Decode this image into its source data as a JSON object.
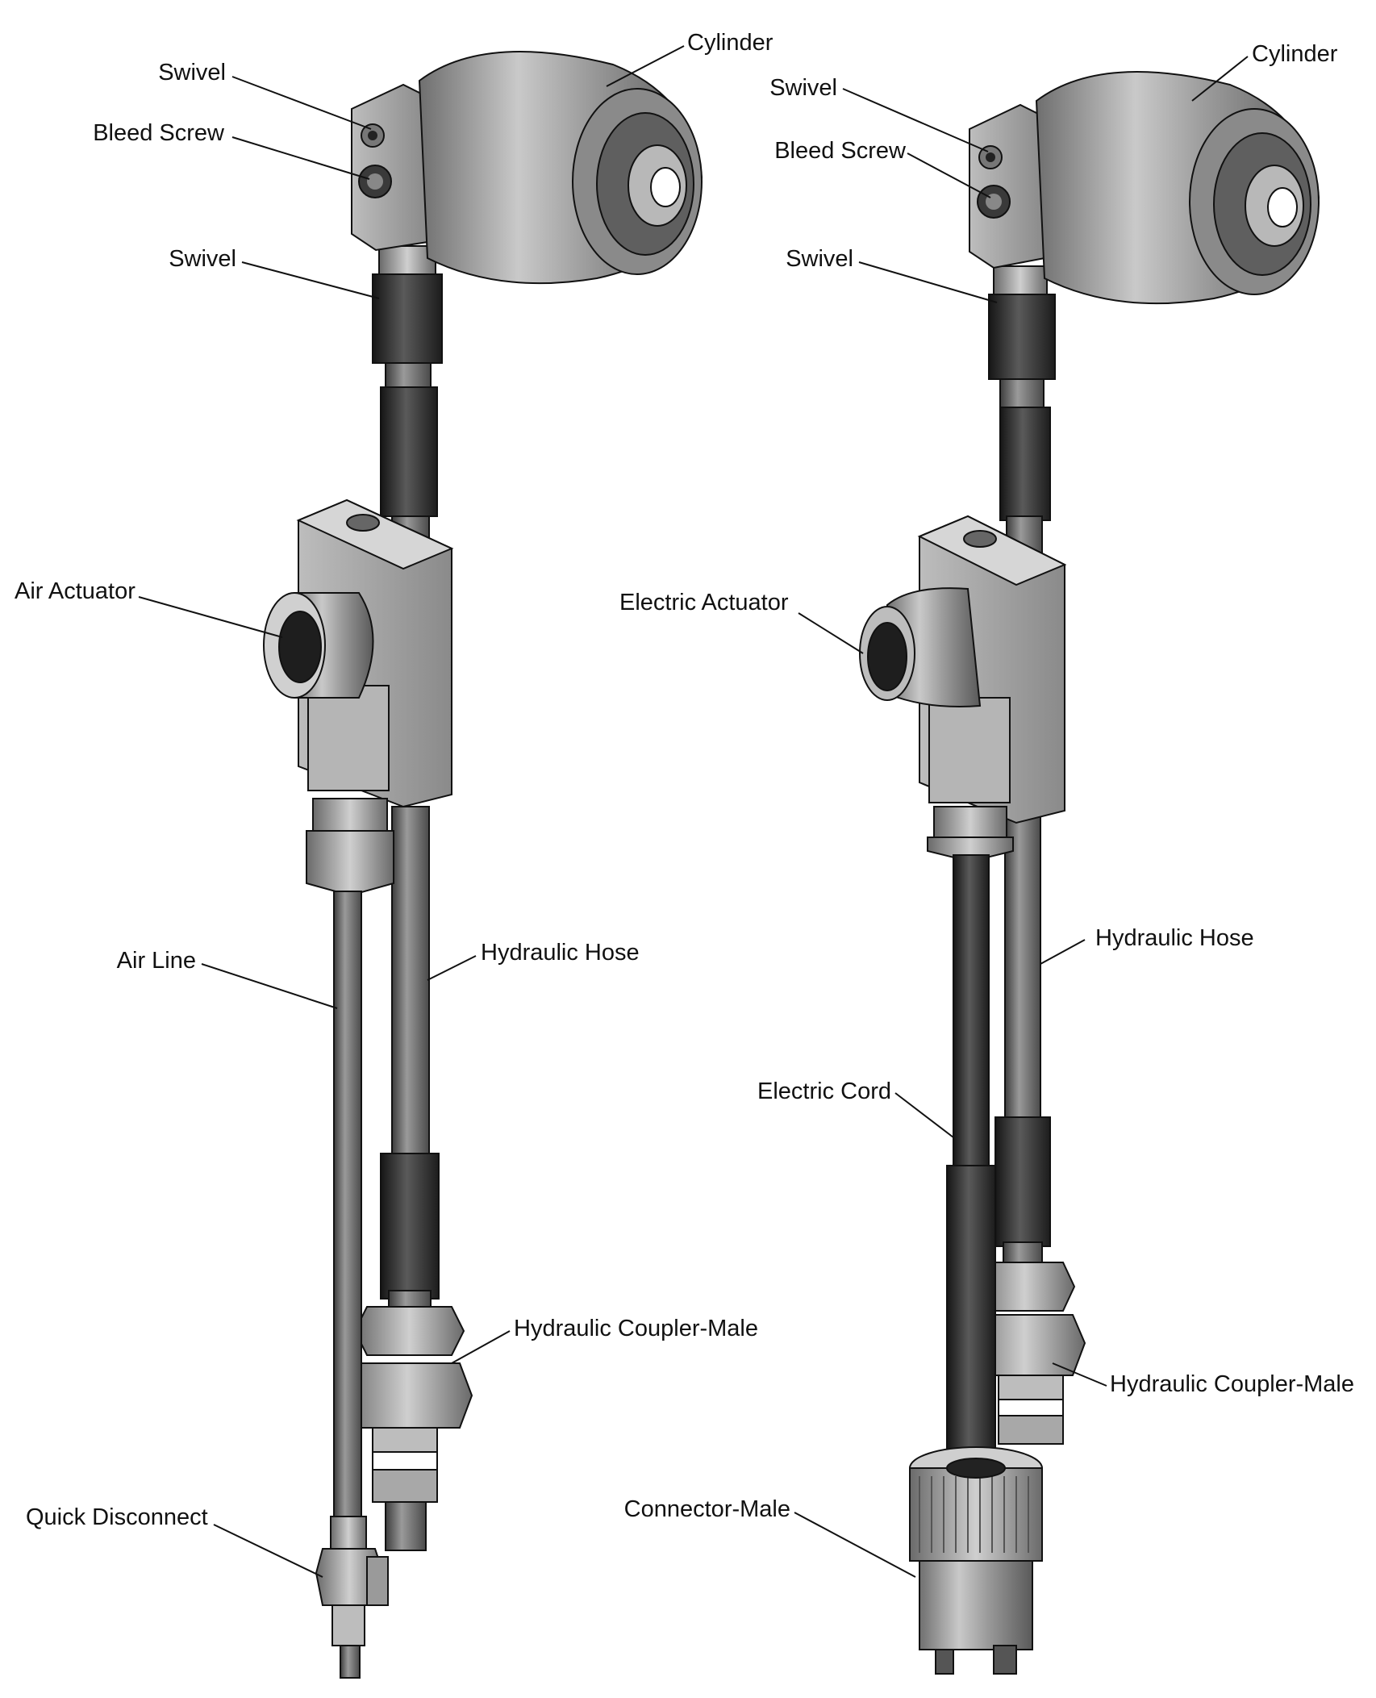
{
  "left_assembly": {
    "labels": {
      "cylinder": "Cylinder",
      "swivel_top": "Swivel",
      "bleed_screw": "Bleed Screw",
      "swivel_lower": "Swivel",
      "air_actuator": "Air Actuator",
      "air_line": "Air Line",
      "hydraulic_hose": "Hydraulic Hose",
      "hydraulic_coupler_male": "Hydraulic Coupler-Male",
      "quick_disconnect": "Quick Disconnect"
    }
  },
  "right_assembly": {
    "labels": {
      "cylinder": "Cylinder",
      "swivel_top": "Swivel",
      "bleed_screw": "Bleed Screw",
      "swivel_lower": "Swivel",
      "electric_actuator": "Electric Actuator",
      "hydraulic_hose": "Hydraulic Hose",
      "electric_cord": "Electric Cord",
      "hydraulic_coupler_male": "Hydraulic Coupler-Male",
      "connector_male": "Connector-Male"
    }
  },
  "colors": {
    "background": "#ffffff",
    "metal_light": "#d9d9d9",
    "metal_mid": "#9a9a9a",
    "metal_dark": "#555555",
    "rubber": "#2a2a2a",
    "outline": "#111111"
  }
}
